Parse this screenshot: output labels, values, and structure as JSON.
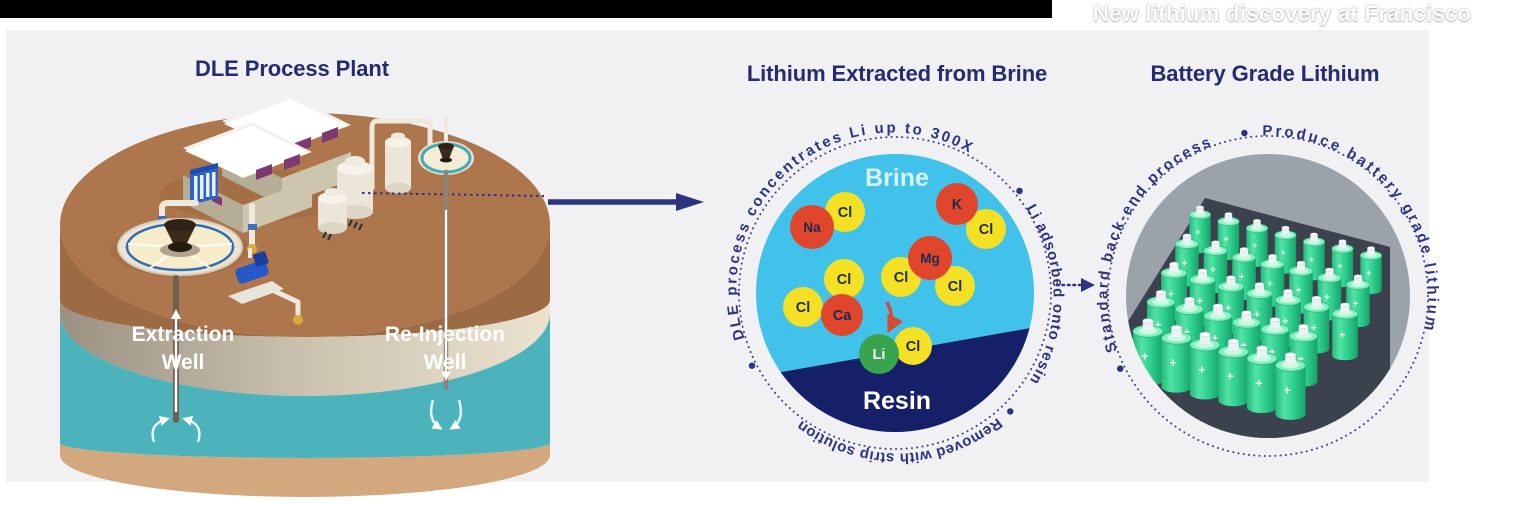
{
  "header": {
    "clipped_title": "New lithium discovery at Francisco"
  },
  "plant": {
    "heading": "DLE Process Plant",
    "extraction_well": {
      "line1": "Extraction",
      "line2": "Well"
    },
    "reinjection_well": {
      "line1": "Re-Injection",
      "line2": "Well"
    }
  },
  "brine": {
    "heading": "Lithium Extracted from Brine",
    "zone_top": "Brine",
    "zone_bottom": "Resin",
    "arc_phrase_1": "DLE process concentrates Li up to 300X",
    "arc_phrase_2": "Li adsorbed onto resin",
    "arc_phrase_3": "Removed with strip solution",
    "bullet": "●",
    "ion_labels": {
      "chloride": "Cl",
      "sodium": "Na",
      "potassium": "K",
      "magnesium": "Mg",
      "calcium": "Ca",
      "lithium": "Li"
    }
  },
  "battery": {
    "heading": "Battery Grade Lithium",
    "arc_phrase_1": "Standard back-end process",
    "arc_phrase_2": "Produce battery grade lithium",
    "bullet": "●"
  },
  "colors": {
    "navy": "#2c3180",
    "heading_navy": "#252b6f",
    "brine_blue": "#41c2ea",
    "resin_navy": "#152069",
    "chloride_yellow": "#f4e125",
    "cation_red": "#e0462c",
    "lithium_green": "#3aa34d",
    "battery_green": "#2ec98b",
    "canvas_gray": "#f1f1f3",
    "top_soil_brown": "#ad764c",
    "aquifer_teal": "#4cb3bd",
    "base_tan": "#d3a87e"
  }
}
